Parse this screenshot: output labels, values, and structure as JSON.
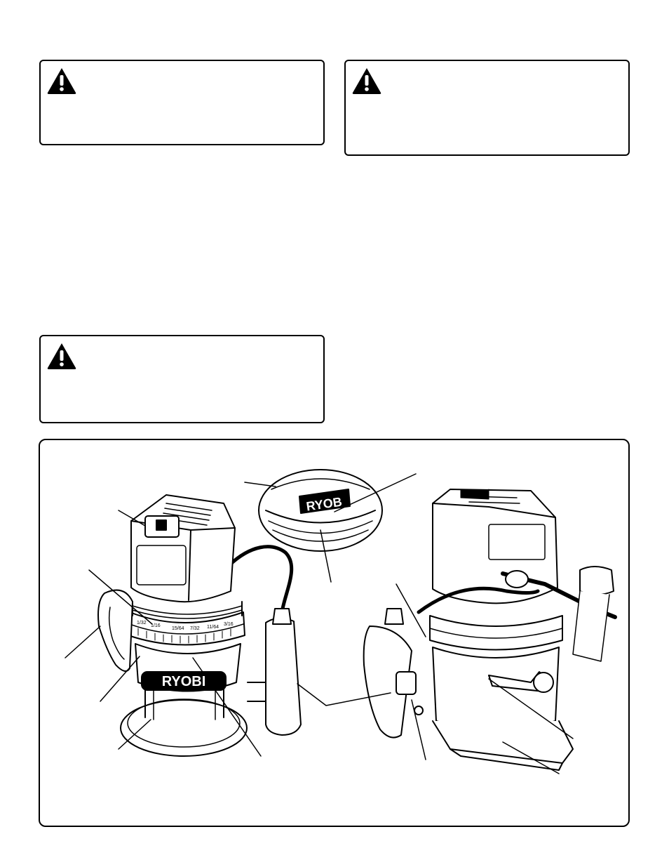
{
  "warnings": [
    {
      "icon": "warning-triangle-icon"
    },
    {
      "icon": "warning-triangle-icon"
    },
    {
      "icon": "warning-triangle-icon"
    }
  ],
  "figure": {
    "brand_mark": "RYOBI",
    "inset_brand_mark": "RYOB",
    "depth_scale_marks": [
      "1/32",
      "1/16",
      "15/64",
      "7/32",
      "11/64",
      "3/16"
    ]
  }
}
